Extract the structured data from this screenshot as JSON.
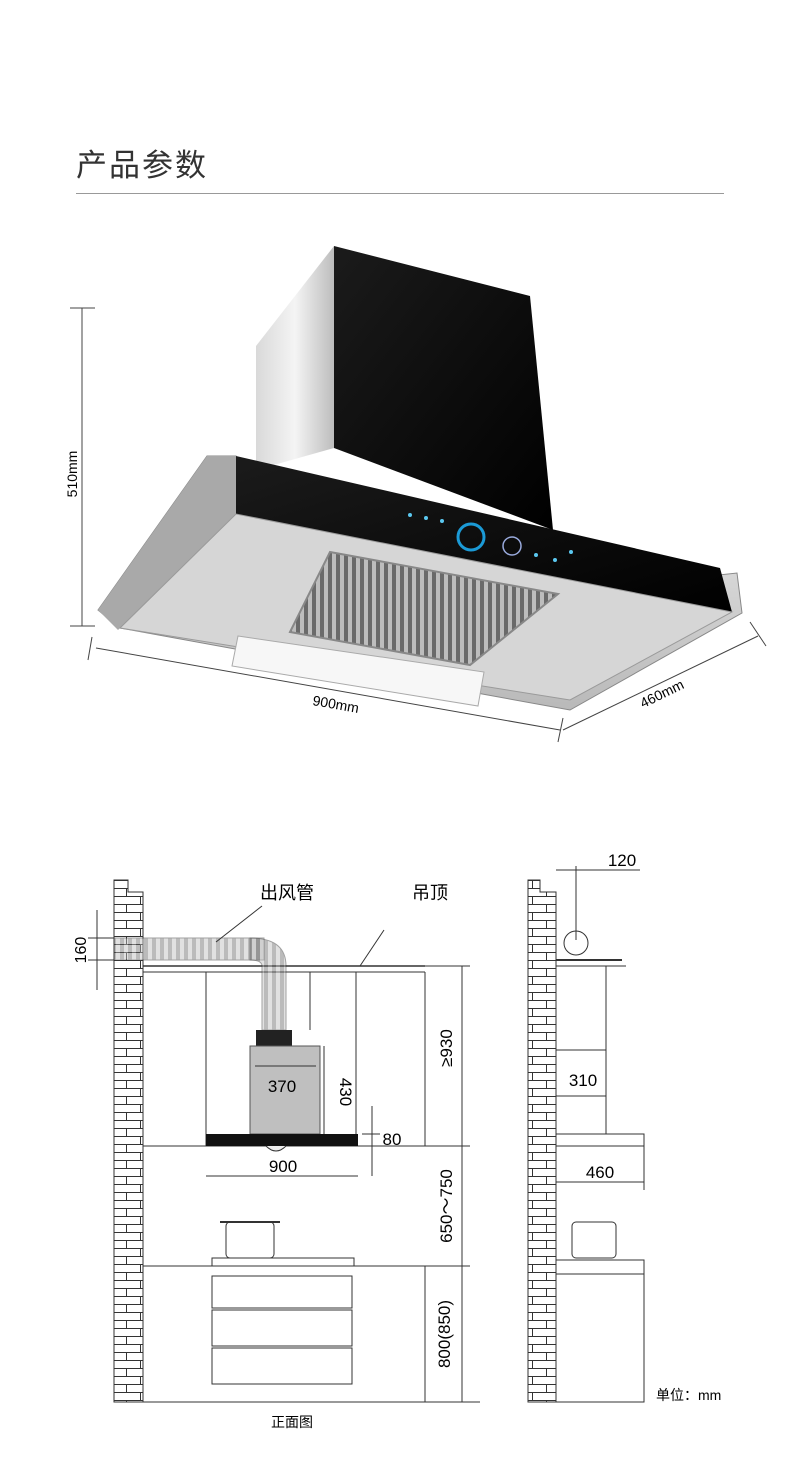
{
  "header": {
    "title": "产品参数"
  },
  "product": {
    "height_label": "510mm",
    "width_label": "900mm",
    "depth_label": "460mm"
  },
  "front_view": {
    "duct_label": "出风管",
    "ceiling_label": "吊顶",
    "duct_height": "160",
    "box_width": "370",
    "box_height": "430",
    "clearance_top": "≥930",
    "panel_thickness": "80",
    "hood_width": "900",
    "install_height": "650～750",
    "counter_height": "800(850)",
    "caption": "正面图"
  },
  "side_view": {
    "wall_offset": "120",
    "box_depth": "310",
    "hood_depth": "460"
  },
  "unit_note": "单位：mm"
}
